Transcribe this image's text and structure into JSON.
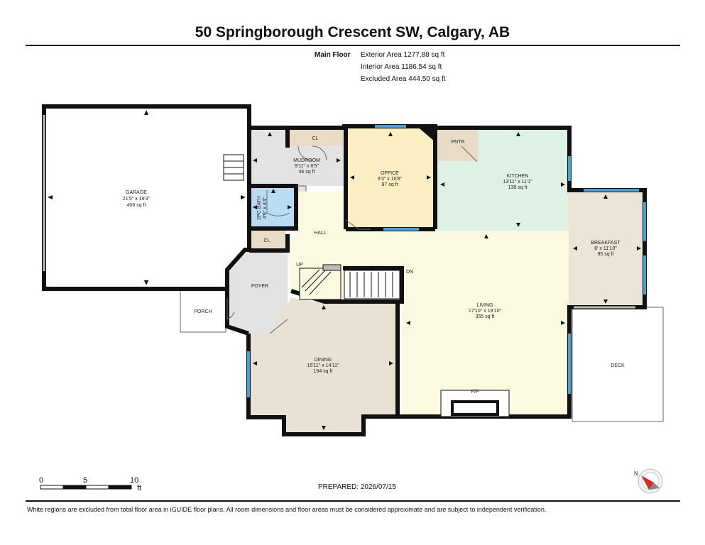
{
  "title": "50 Springborough Crescent SW, Calgary, AB",
  "floor": {
    "label": "Main Floor",
    "exterior": "Exterior Area 1277.88 sq ft",
    "interior": "Interior Area 1186.54 sq ft",
    "excluded": "Excluded Area 444.50 sq ft"
  },
  "rooms": {
    "garage": {
      "name": "GARAGE",
      "dims": "21'5\" x 19'3\"",
      "area": "406 sq ft"
    },
    "mudroom": {
      "name": "MUDROOM",
      "dims": "9'11\" x 6'5\"",
      "area": "46 sq ft"
    },
    "cl_mud": "CL",
    "office": {
      "name": "OFFICE",
      "dims": "9'3\" x 10'8\"",
      "area": "97 sq ft"
    },
    "pntr": "PNTR",
    "kitchen": {
      "name": "KITCHEN",
      "dims": "13'11\" x 11'1\"",
      "area": "138 sq ft"
    },
    "bath": {
      "name": "2PC BATH",
      "dims": "4'6\" x 4'4\""
    },
    "hall": "HALL",
    "cl_foyer": "CL",
    "breakfast": {
      "name": "BREAKFAST",
      "dims": "8' x 11'10\"",
      "area": "95 sq ft"
    },
    "up": "UP",
    "dn": "DN",
    "foyer": "FOYER",
    "porch": "PORCH",
    "living": {
      "name": "LIVING",
      "dims": "17'10\" x 19'10\"",
      "area": "355 sq ft"
    },
    "dining": {
      "name": "DINING",
      "dims": "15'11\" x 14'11\"",
      "area": "194 sq ft"
    },
    "deck": "DECK",
    "fp": "F/P"
  },
  "scale": {
    "labels": [
      "0",
      "5",
      "10"
    ],
    "unit": "ft"
  },
  "compass": "N",
  "prepared": "PREPARED: 2026/07/15",
  "footer": "White regions are excluded from total floor area in iGUIDE floor plans. All room dimensions and floor areas must be considered approximate and are subject to independent verification.",
  "colors": {
    "wall": "#111111",
    "window": "#4a9fd4",
    "garage": "#ffffff",
    "mudroom": "#e3e3e3",
    "closet": "#e8dcc9",
    "office": "#fbeec3",
    "kitchen": "#dff1e4",
    "bath": "#b9dcf2",
    "hall_living": "#fbfae0",
    "breakfast": "#ece4d6",
    "dining": "#e9e1d3",
    "foyer": "#e3e3e3"
  }
}
